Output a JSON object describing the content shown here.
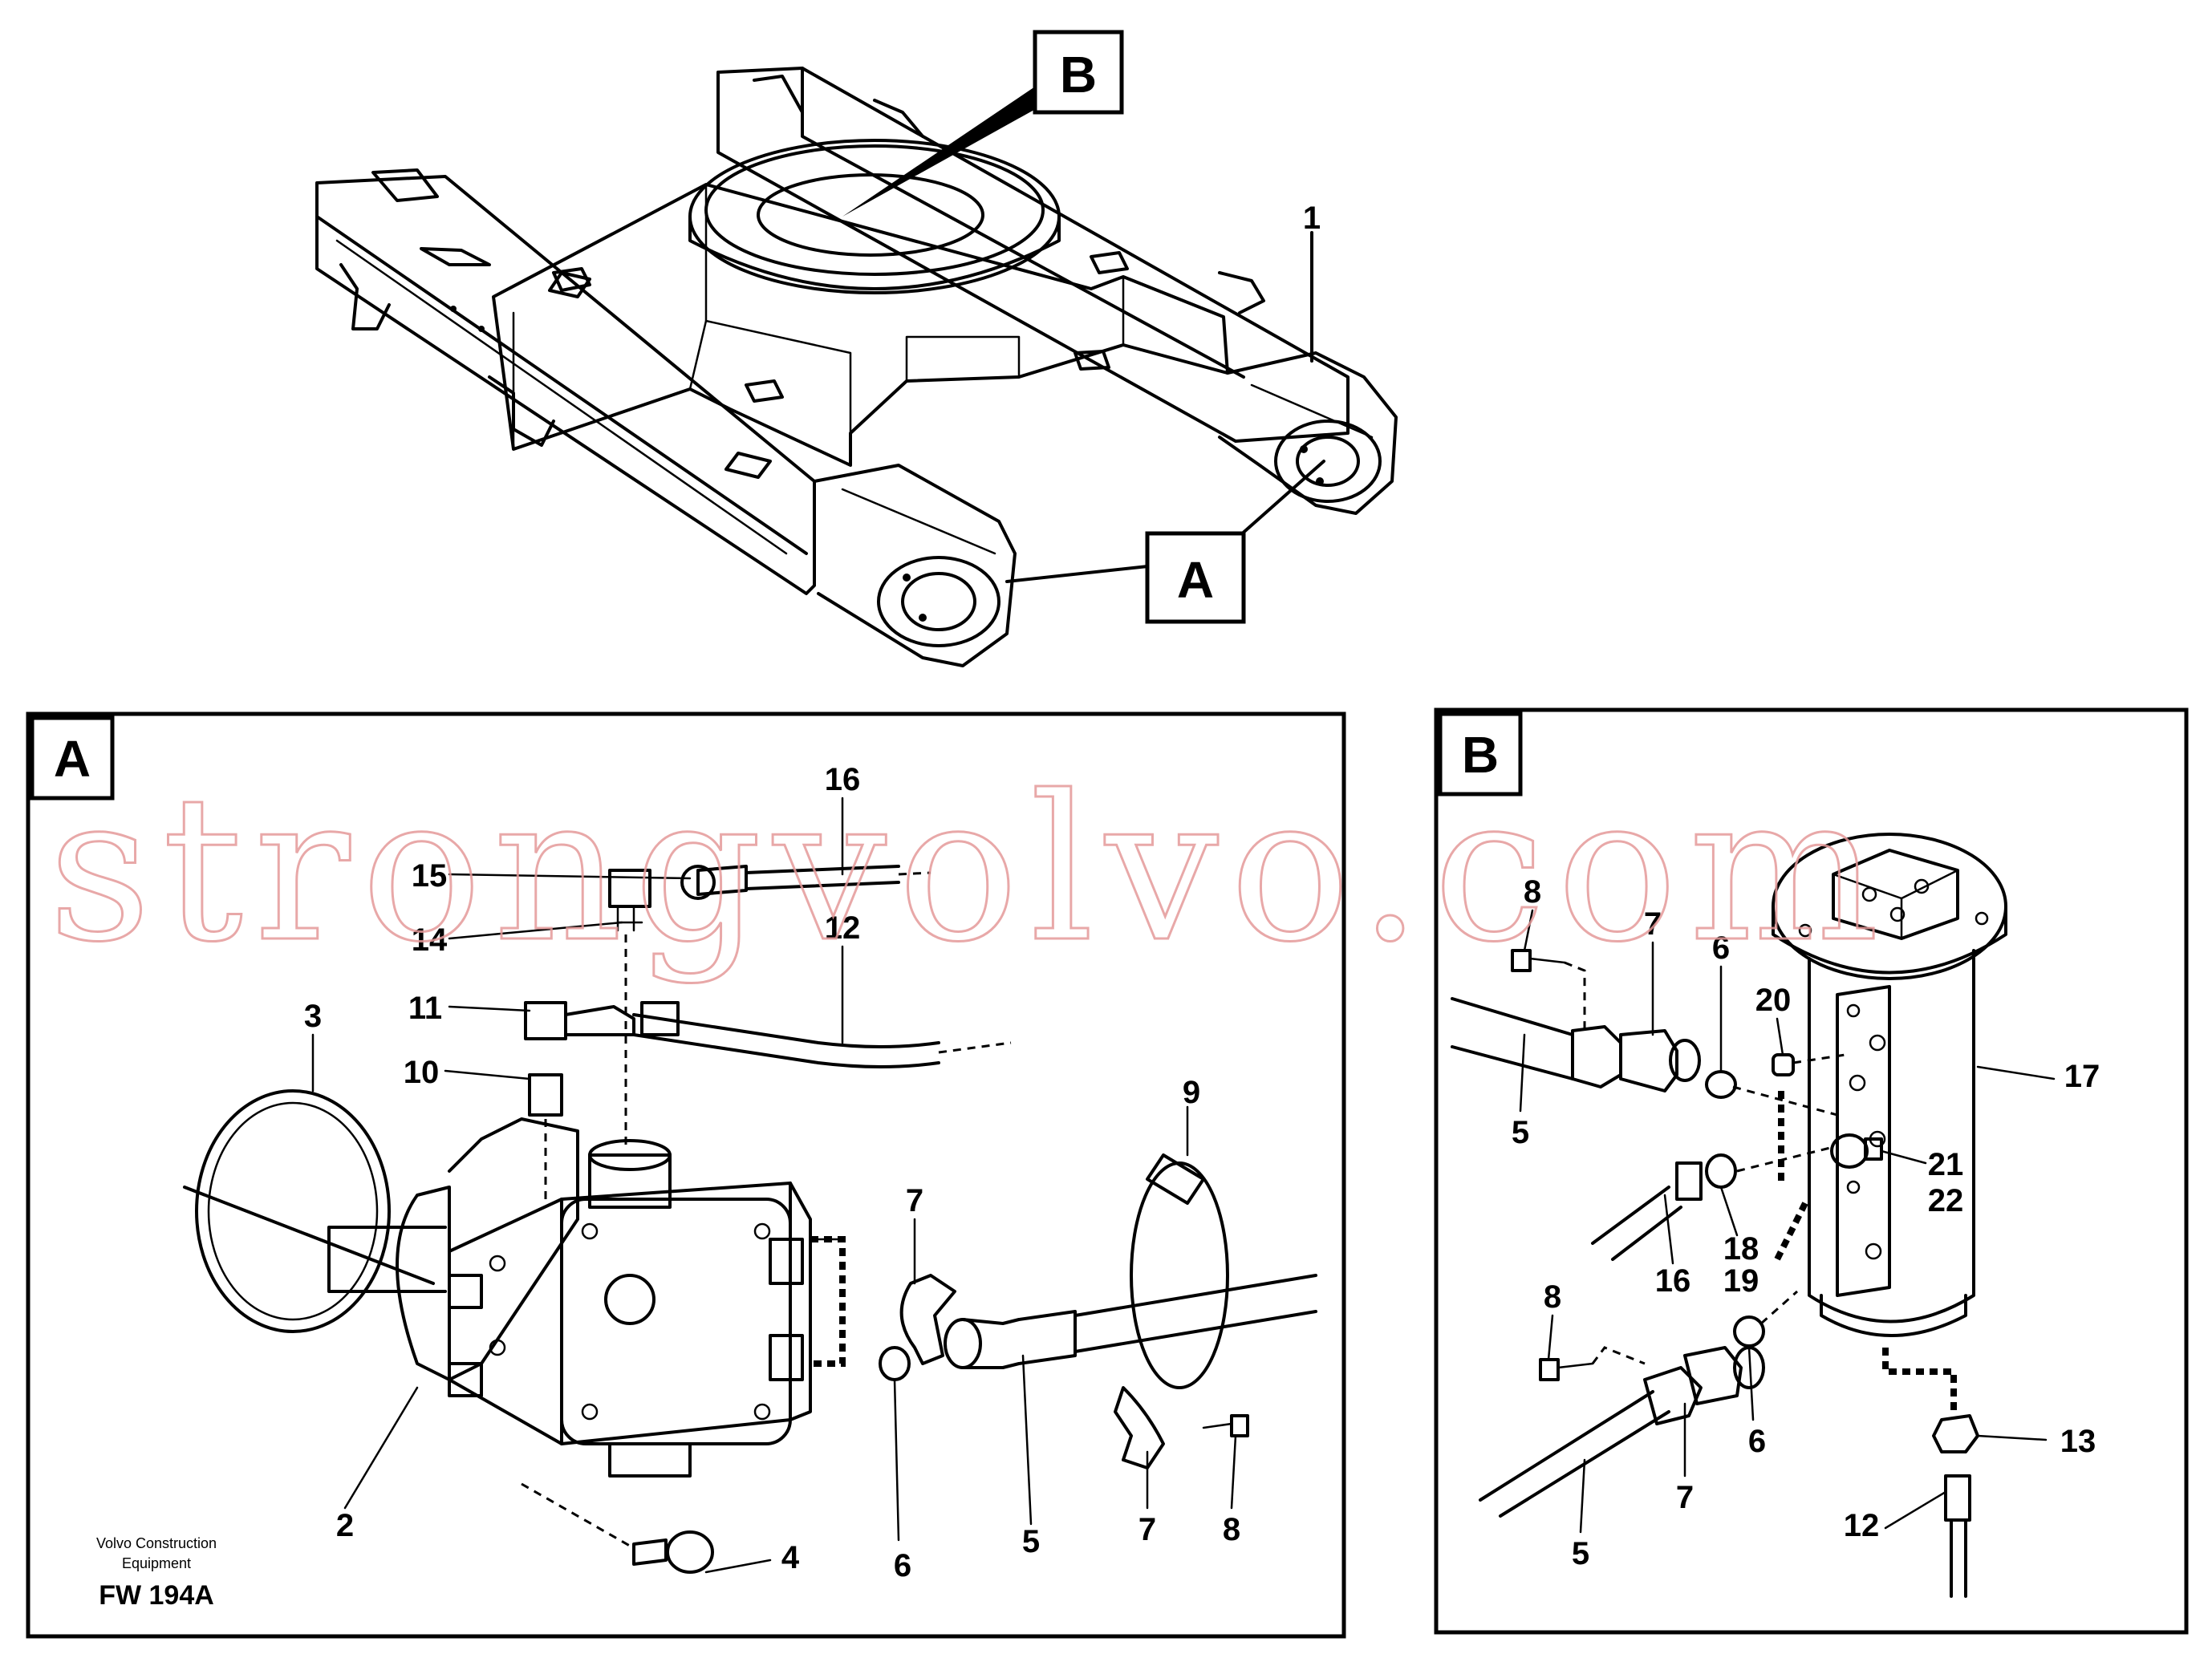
{
  "callouts": {
    "overview_b": "B",
    "overview_a": "A",
    "panel_a": "A",
    "panel_b": "B"
  },
  "overview_labels": {
    "frame": "1"
  },
  "panel_a_labels": {
    "motor": "2",
    "o_ring": "3",
    "screw": "4",
    "hose": "5",
    "washer": "6",
    "flange_half": "7",
    "flange_half_lower": "7",
    "bolt": "8",
    "clamp": "9",
    "nipple": "10",
    "elbow": "11",
    "pipe": "12",
    "connector": "14",
    "banjo": "15",
    "hose_top": "16"
  },
  "panel_b_labels": {
    "bolt_top": "8",
    "flange_top": "7",
    "washer_top": "6",
    "screw_20": "20",
    "hose_top": "5",
    "plug_21": "21",
    "plug_22": "22",
    "swivel": "17",
    "nipple_18": "18",
    "seal_19": "19",
    "hose_16": "16",
    "bolt_bottom": "8",
    "washer_bottom": "6",
    "flange_bottom": "7",
    "hose_bottom": "5",
    "fitting_13": "13",
    "pipe_12": "12"
  },
  "footer": {
    "maker_line1": "Volvo Construction",
    "maker_line2": "Equipment",
    "code": "FW 194A"
  },
  "watermark": "strongvolvo.com"
}
